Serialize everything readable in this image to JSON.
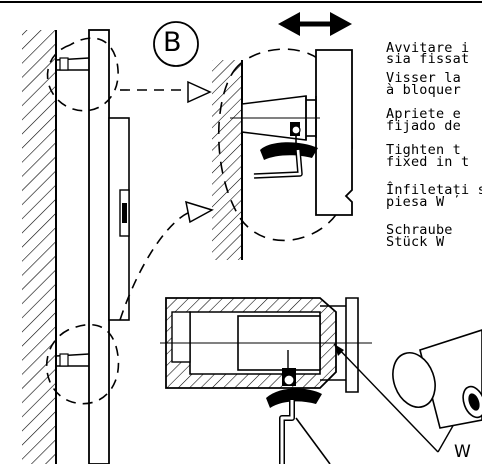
{
  "diagram": {
    "section_label": "B",
    "part_label": "W",
    "instructions": [
      {
        "line1": "Avvitare i",
        "line2": "sia fissat"
      },
      {
        "line1": "Visser la",
        "line2": "à bloquer"
      },
      {
        "line1": "Apriete e",
        "line2": "fijado de"
      },
      {
        "line1": "Tighten t",
        "line2": "fixed in t"
      },
      {
        "line1": "Înfiletați s",
        "line2": "piesa W"
      },
      {
        "line1": "Schraube",
        "line2": "Stück W"
      }
    ]
  }
}
